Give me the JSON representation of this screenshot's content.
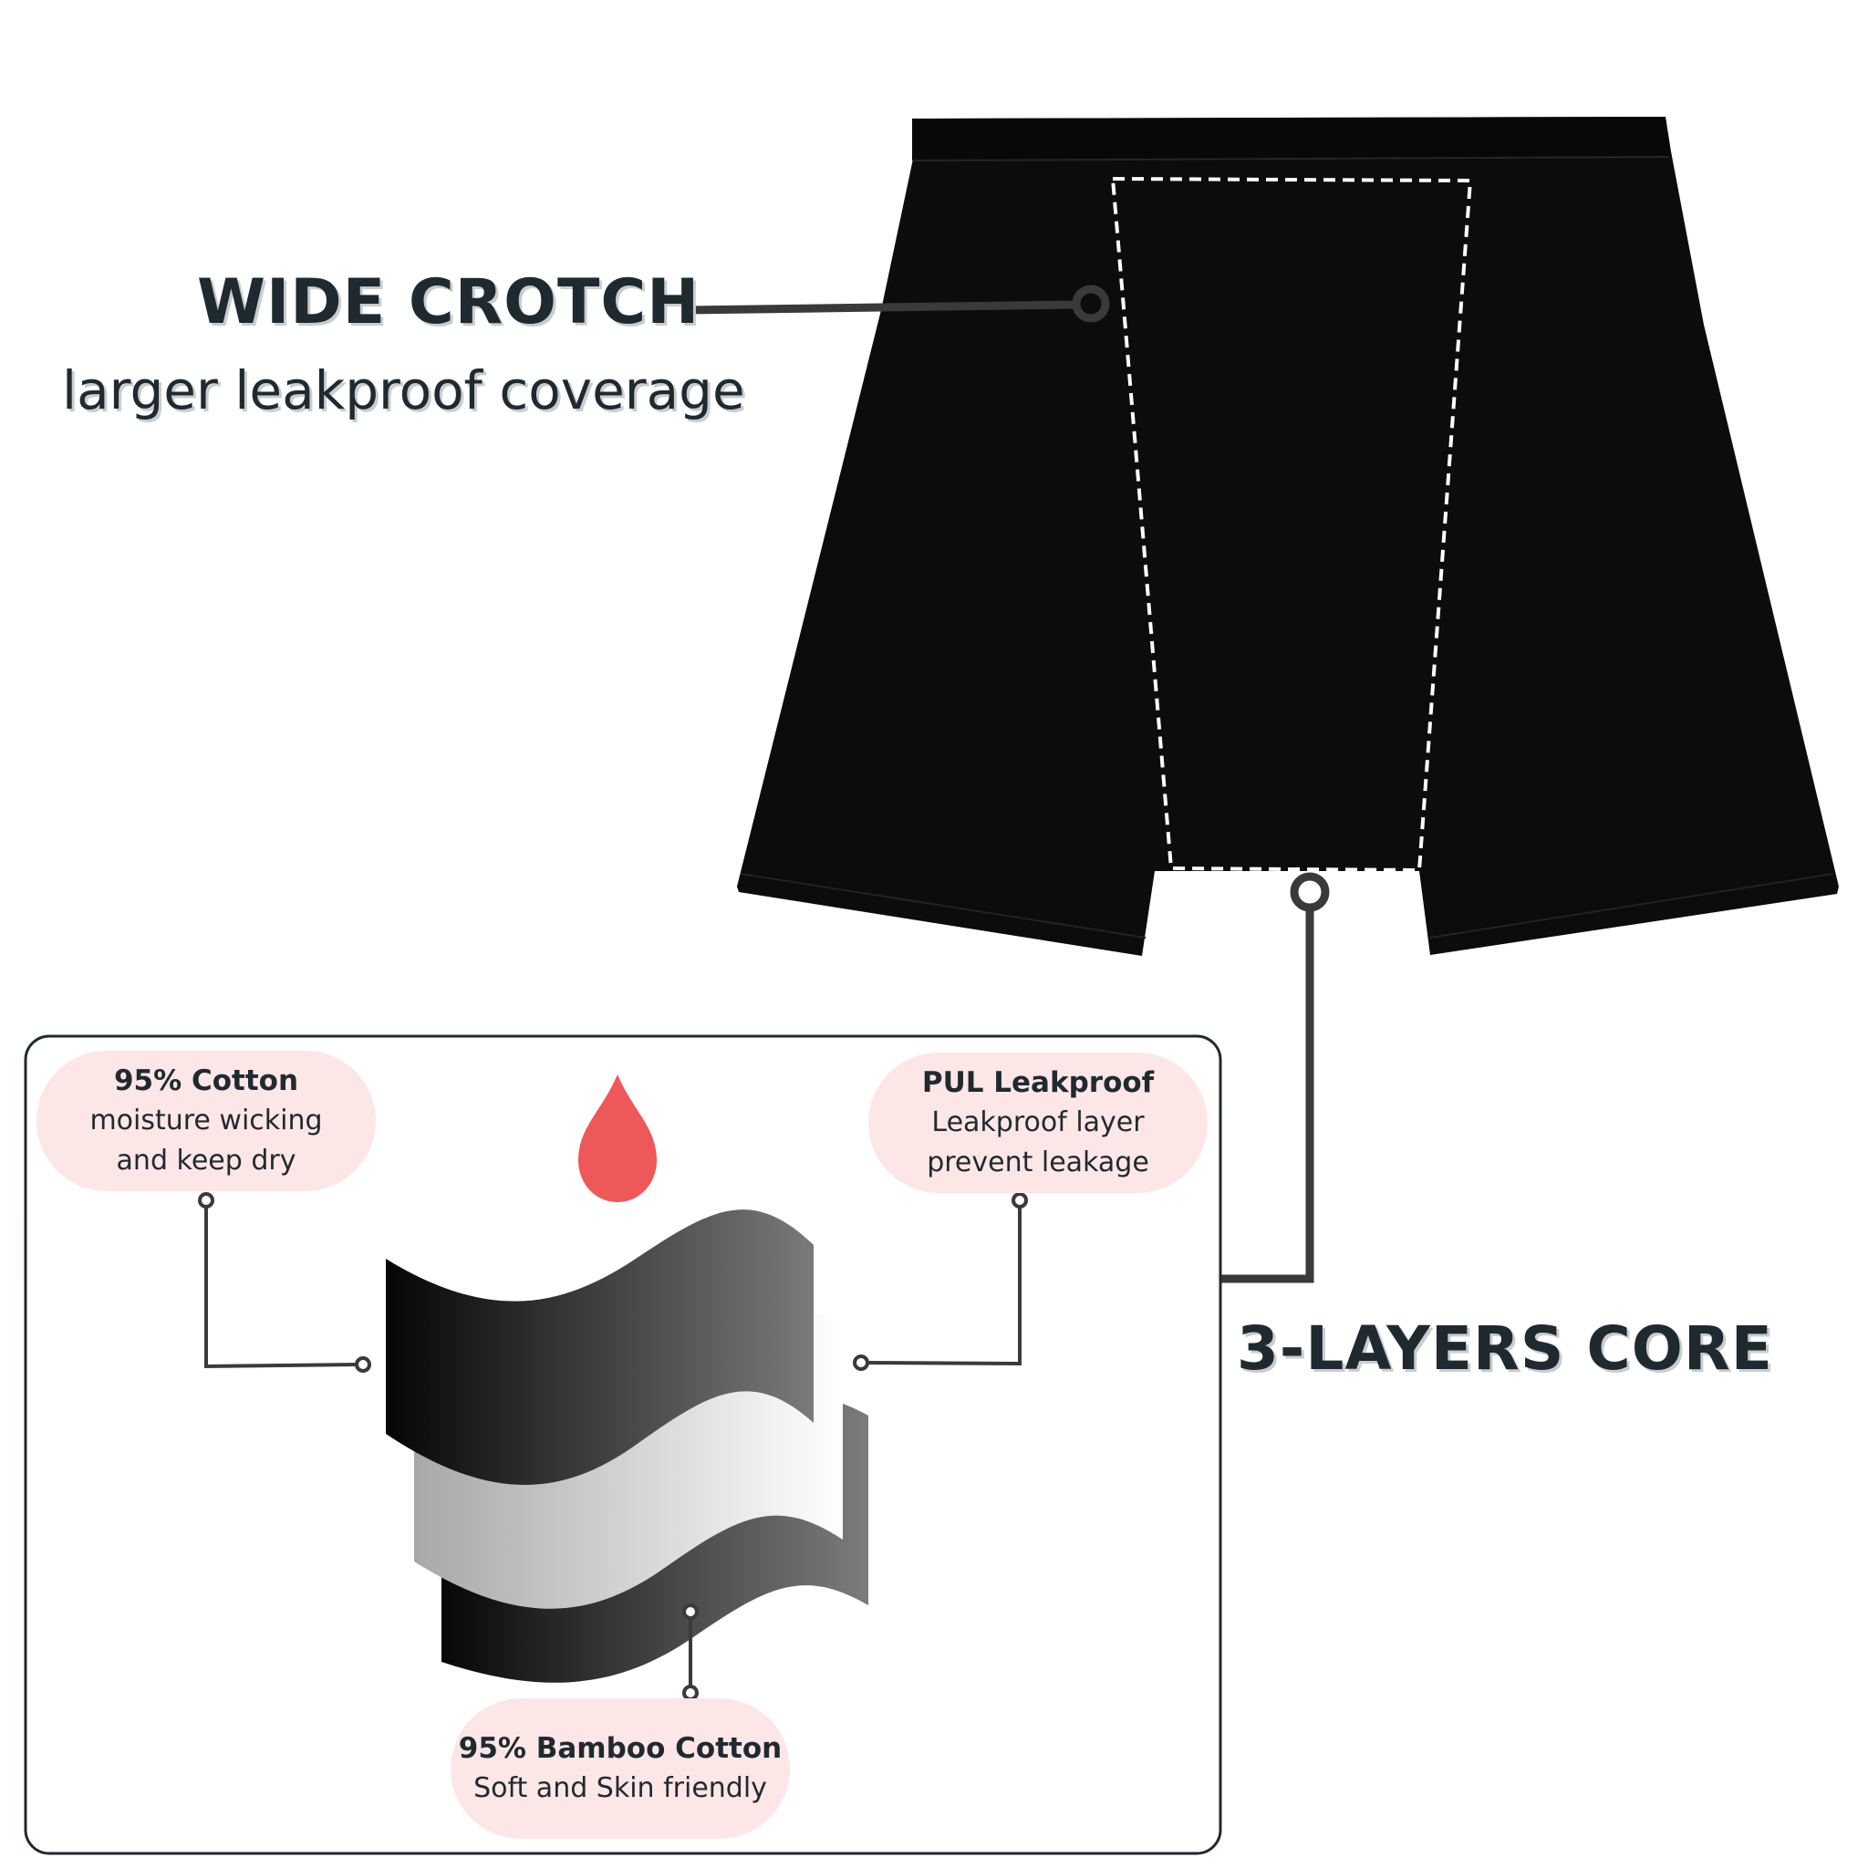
{
  "colors": {
    "ink": "#1f2a30",
    "garment": "#0d0c0d",
    "pill_bg": "#fde6e6",
    "drop": "#ef5858",
    "connector": "#3a3a3a"
  },
  "icons": {
    "drop": "blood-drop-icon",
    "layers": "fabric-layers-icon"
  },
  "wide_crotch": {
    "title": "WIDE CROTCH",
    "subtitle": "larger leakproof coverage"
  },
  "core": {
    "title": "3-LAYERS CORE"
  },
  "layers": [
    {
      "title": "95% Cotton",
      "line1": "moisture wicking",
      "line2": "and keep dry"
    },
    {
      "title": "PUL Leakproof",
      "line1": "Leakproof layer",
      "line2": "prevent leakage"
    },
    {
      "title": "95% Bamboo Cotton",
      "line1": "Soft and Skin friendly"
    }
  ]
}
